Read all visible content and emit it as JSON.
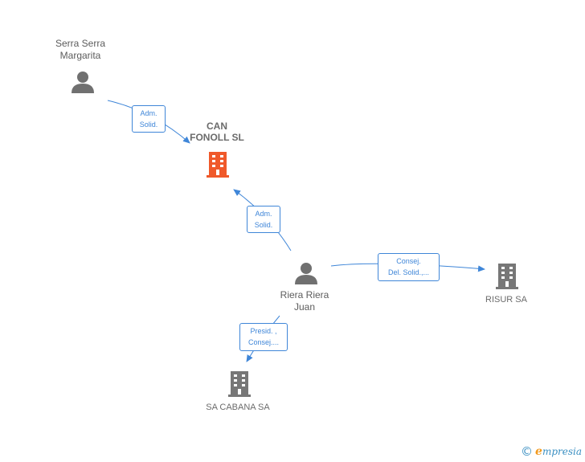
{
  "nodes": {
    "serra": {
      "line1": "Serra Serra",
      "line2": "Margarita",
      "icon": "person-icon"
    },
    "riera": {
      "line1": "Riera Riera",
      "line2": "Juan",
      "icon": "person-icon"
    },
    "can_fonoll": {
      "line1": "CAN",
      "line2": "FONOLL SL",
      "icon": "building-icon",
      "color": "#f0592a"
    },
    "risur": {
      "label": "RISUR SA",
      "icon": "building-icon",
      "color": "#777777"
    },
    "sa_cabana": {
      "label": "SA CABANA SA",
      "icon": "building-icon",
      "color": "#777777"
    }
  },
  "edges": {
    "serra_to_canfonoll": {
      "line1": "Adm.",
      "line2": "Solid."
    },
    "riera_to_canfonoll": {
      "line1": "Adm.",
      "line2": "Solid."
    },
    "riera_to_risur": {
      "line1": "Consej.",
      "line2": "Del. Solid.,..."
    },
    "riera_to_sacabana": {
      "line1": "Presid. ,",
      "line2": "Consej...."
    }
  },
  "colors": {
    "edge": "#3f86d8",
    "person": "#707070",
    "main_company": "#f0592a",
    "company": "#777777"
  },
  "footer": {
    "copyright": "©",
    "brand_e": "e",
    "brand_rest": "mpresia"
  }
}
